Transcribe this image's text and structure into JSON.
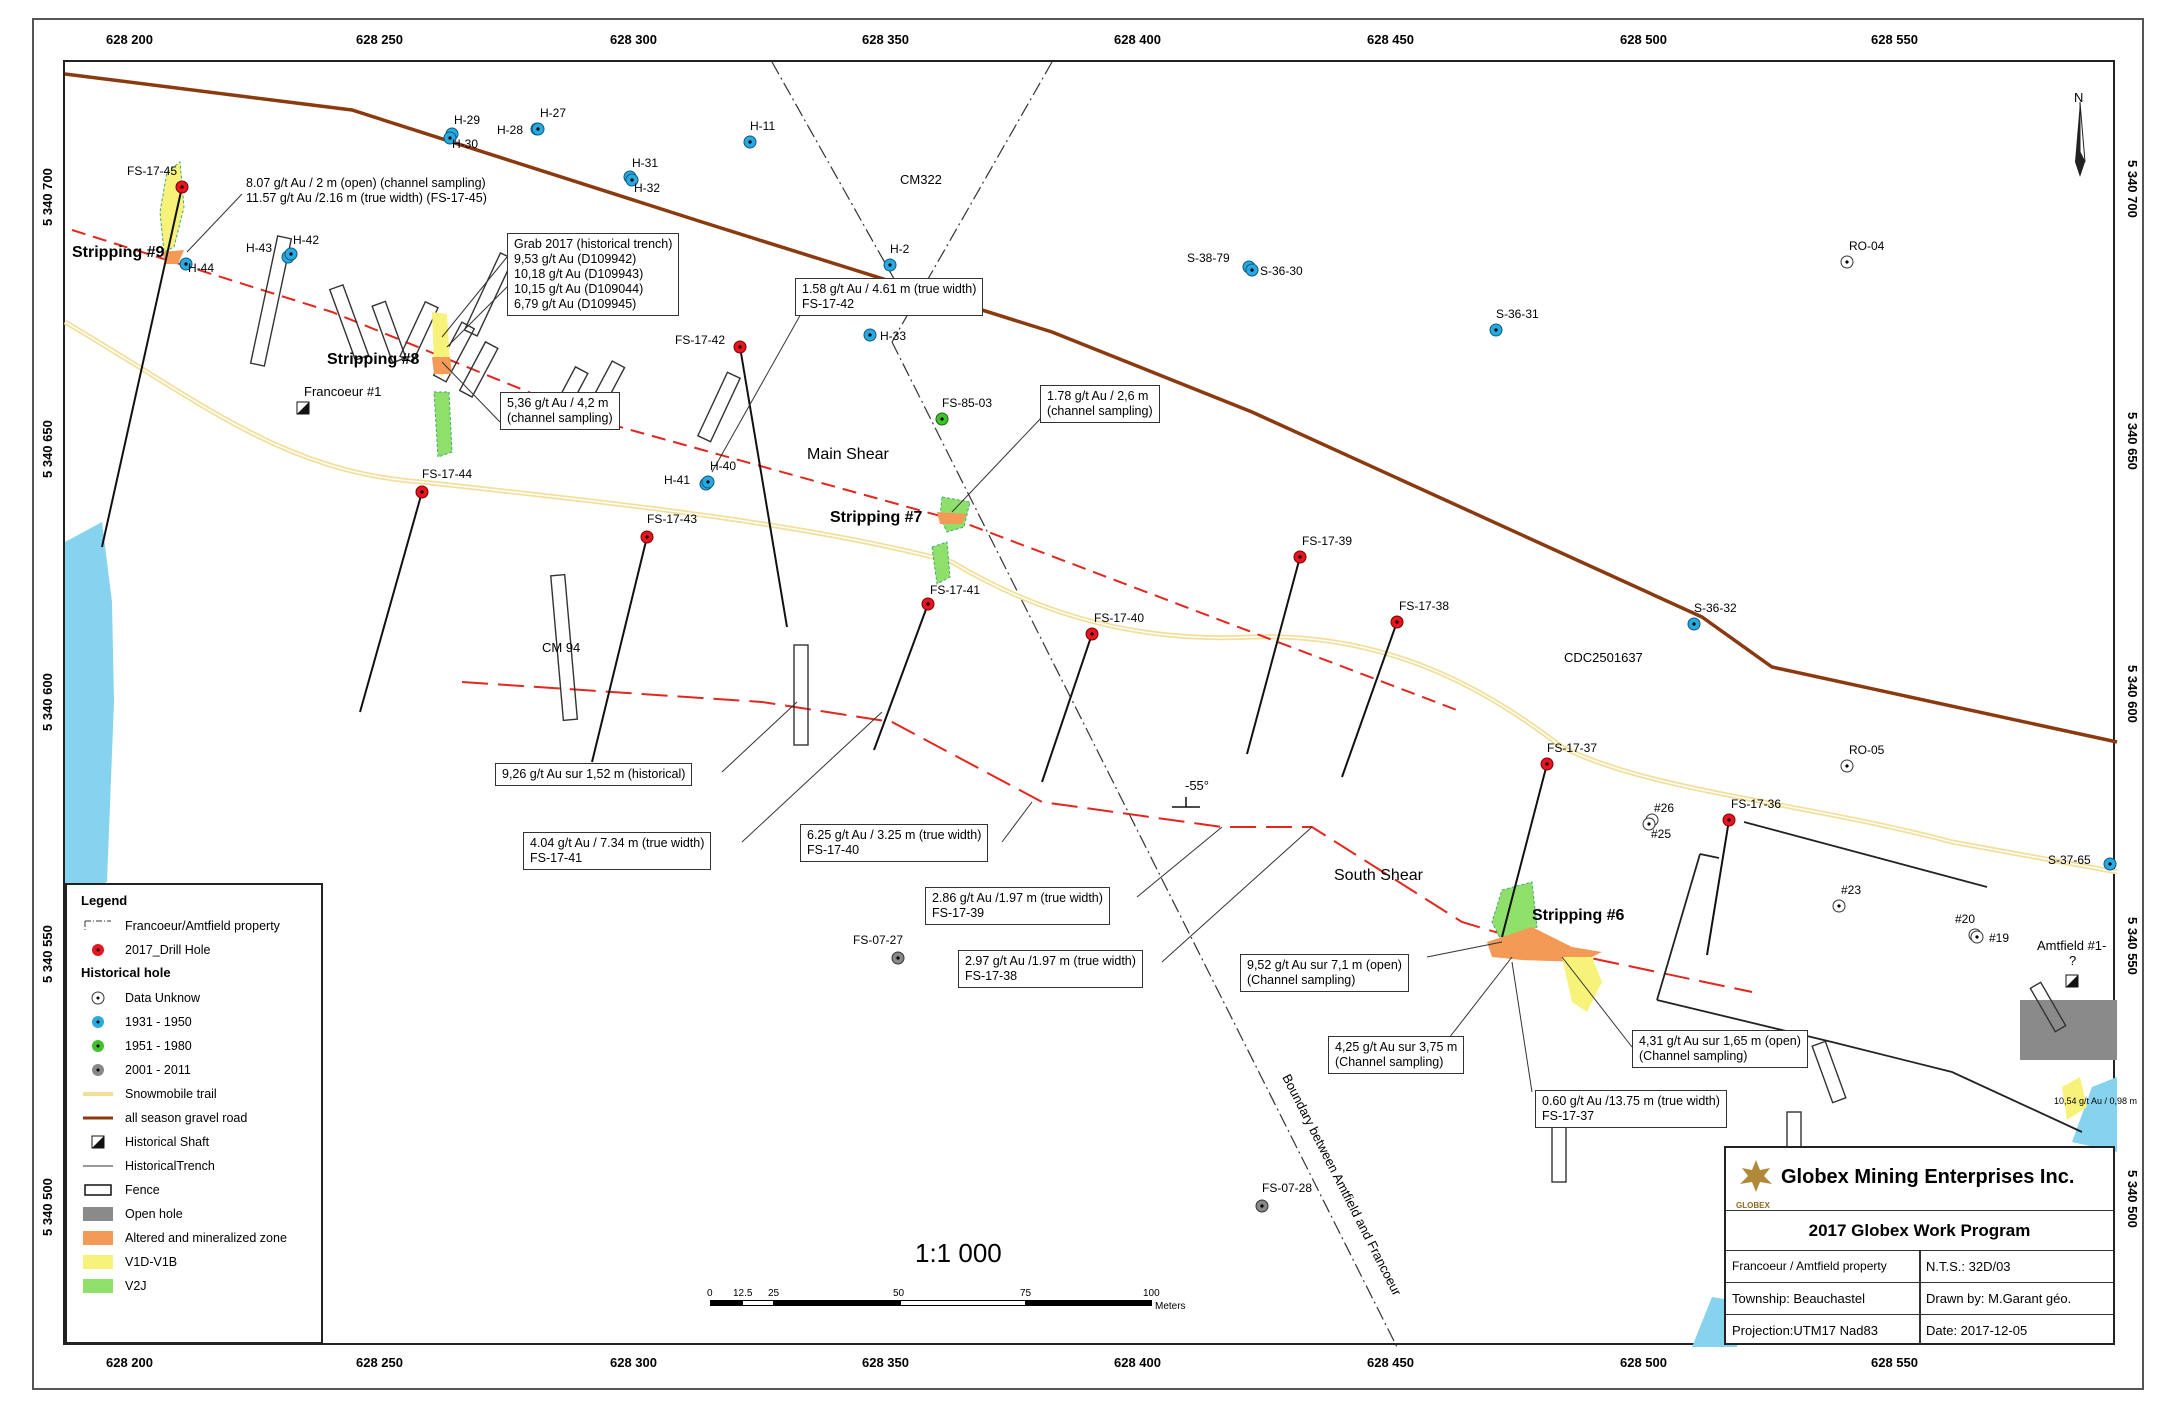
{
  "coords": {
    "x_ticks": [
      "628 200",
      "628 250",
      "628 300",
      "628 350",
      "628 400",
      "628 450",
      "628 500",
      "628 550"
    ],
    "y_ticks": [
      "5 340 700",
      "5 340 650",
      "5 340 600",
      "5 340 550",
      "5 340 500"
    ]
  },
  "north_label": "N",
  "map_labels": {
    "cm322": "CM322",
    "cm194": "CM 94",
    "cdc": "CDC2501637",
    "main_shear": "Main Shear",
    "south_shear": "South Shear",
    "francoeur1": "Francoeur #1",
    "amtfield1": "Amtfield #1-",
    "amtfield_q": "?",
    "boundary": "Boundary between Amtfield and Francoeur",
    "dip": "-55°",
    "strip9": "Stripping #9",
    "strip8": "Stripping #8",
    "strip7": "Stripping #7",
    "strip6": "Stripping #6",
    "small_box": "10,54 g/t\nAu / 0,98 m"
  },
  "drill_holes_2017": [
    "FS-17-45",
    "FS-17-42",
    "FS-17-44",
    "FS-17-43",
    "FS-17-41",
    "FS-17-40",
    "FS-17-39",
    "FS-17-38",
    "FS-17-37",
    "FS-17-36"
  ],
  "historical_holes": {
    "blue": [
      "H-29",
      "H-30",
      "H-28",
      "H-27",
      "H-11",
      "H-31",
      "H-32",
      "H-43",
      "H-42",
      "H-44",
      "H-2",
      "H-33",
      "H-41",
      "H-40",
      "S-38-79",
      "S-36-30",
      "S-36-31",
      "S-36-32",
      "S-37-65"
    ],
    "green": [
      "FS-85-03"
    ],
    "grey": [
      "FS-07-27",
      "FS-07-28"
    ],
    "unknown": [
      "RO-04",
      "RO-05",
      "#26",
      "#25",
      "#23",
      "#20",
      "#19"
    ]
  },
  "callouts": {
    "c1": [
      "8.07 g/t Au / 2 m (open) (channel sampling)",
      "11.57 g/t Au /2.16 m (true width) (FS-17-45)"
    ],
    "c2": [
      "Grab 2017 (historical trench)",
      "9,53 g/t Au (D109942)",
      "10,18 g/t Au (D109943)",
      "10,15 g/t Au (D109044)",
      "6,79 g/t Au (D109945)"
    ],
    "c3": [
      "5,36 g/t Au / 4,2 m",
      "(channel sampling)"
    ],
    "c4": [
      "1.58 g/t Au / 4.61 m (true width)",
      "FS-17-42"
    ],
    "c5": [
      "1.78 g/t Au / 2,6 m",
      "(channel sampling)"
    ],
    "c6": [
      "9,26 g/t Au sur 1,52 m (historical)"
    ],
    "c7": [
      "4.04 g/t Au / 7.34 m (true width)",
      "FS-17-41"
    ],
    "c8": [
      "6.25 g/t Au / 3.25 m (true width)",
      "FS-17-40"
    ],
    "c9": [
      "2.86 g/t Au /1.97 m (true width)",
      "FS-17-39"
    ],
    "c10": [
      "2.97 g/t Au /1.97 m (true width)",
      "FS-17-38"
    ],
    "c11": [
      "9,52 g/t Au sur 7,1 m (open)",
      "(Channel sampling)"
    ],
    "c12": [
      "4,25 g/t Au sur 3,75 m",
      "(Channel sampling)"
    ],
    "c13": [
      "4,31 g/t Au sur 1,65 m (open)",
      "(Channel sampling)"
    ],
    "c14": [
      "0.60 g/t Au /13.75 m (true width)",
      "FS-17-37"
    ]
  },
  "legend": {
    "title": "Legend",
    "property": "Francoeur/Amtfield property",
    "drill": "2017_Drill Hole",
    "historical_title": "Historical hole",
    "h_unknown": "Data Unknow",
    "h_1931": "1931 - 1950",
    "h_1951": "1951 - 1980",
    "h_2001": "2001 - 2011",
    "trail": "Snowmobile trail",
    "road": "all season gravel road",
    "shaft": "Historical Shaft",
    "trench": "HistoricalTrench",
    "fence": "Fence",
    "open_hole": "Open hole",
    "altered": "Altered and mineralized zone",
    "v1d": "V1D-V1B",
    "v2j": "V2J"
  },
  "scale": {
    "ratio": "1:1 000",
    "ticks": [
      "0",
      "12.5",
      "25",
      "50",
      "75",
      "100"
    ],
    "unit": "Meters"
  },
  "title_block": {
    "company": "Globex Mining Enterprises Inc.",
    "logo_text": "GLOBEX",
    "program": "2017 Globex Work Program",
    "property": "Francoeur / Amtfield property",
    "nts": "N.T.S.:  32D/03",
    "township": "Township: Beauchastel",
    "drawn": "Drawn by: M.Garant géo.",
    "projection": "Projection:UTM17  Nad83",
    "date": "Date: 2017-12-05"
  },
  "colors": {
    "road": "#8b3a0f",
    "trail": "#f2df9a",
    "drill": "#e8141e",
    "blue_hole": "#29a9e0",
    "green_hole": "#3dc22c",
    "grey_hole": "#888888",
    "altered": "#f39a56",
    "v1d": "#f7f27a",
    "v2j": "#8fe06a",
    "water": "#86d3f0",
    "open_hole": "#8a8a8a"
  }
}
